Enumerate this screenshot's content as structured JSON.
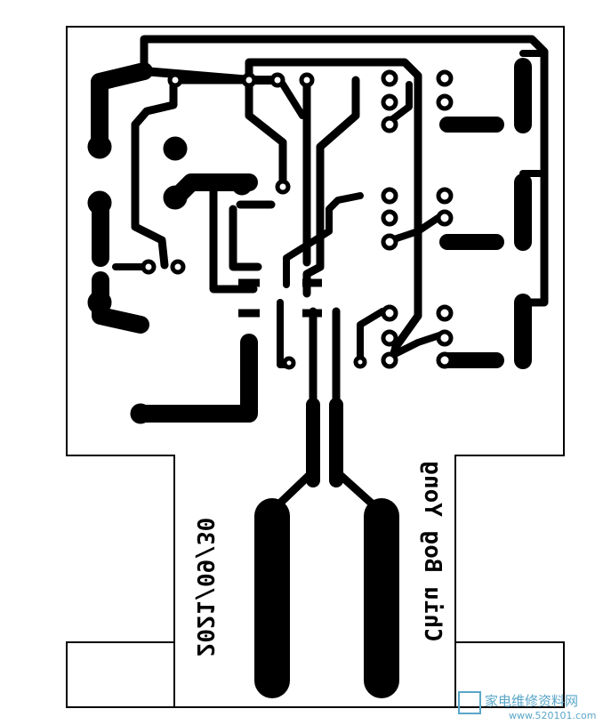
{
  "board": {
    "label_right": "Chiu Bog Yong",
    "label_left": "2021/09/30",
    "colors": {
      "copper": "#000000",
      "substrate": "#ffffff",
      "outline": "#000000"
    }
  },
  "watermark": {
    "text": "家电维修资料网",
    "url": "www.520101.com",
    "color": "#5aa6c8"
  }
}
